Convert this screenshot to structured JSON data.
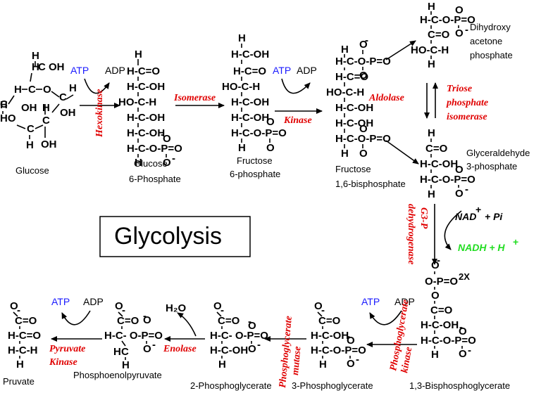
{
  "title": "Glycolysis",
  "colors": {
    "enzyme": "#e00000",
    "atp": "#1a1aff",
    "nadh": "#22dd22",
    "text": "#000000"
  },
  "compounds": {
    "glucose": "Glucose",
    "g6p": [
      "Glucose",
      "6-Phosphate"
    ],
    "f6p": [
      "Fructose",
      "6-phosphate"
    ],
    "f16bp": [
      "Fructose",
      "1,6-bisphosphate"
    ],
    "dhap": [
      "Dihydroxy",
      "acetone",
      "phosphate"
    ],
    "g3p": [
      "Glyceraldehyde",
      "3-phosphate"
    ],
    "bpg13": "1,3-Bisphosphoglycerate",
    "pg3": "3-Phosphoglycerate",
    "pg2": "2-Phosphoglycerate",
    "pep": "Phosphoenolpyruvate",
    "pyruvate": "Pruvate"
  },
  "enzymes": {
    "hexokinase": "Hexokinase",
    "isomerase": "Isomerase",
    "kinase": "Kinase",
    "aldolase": "Aldolase",
    "tpi": [
      "Triose",
      "phosphate",
      "isomerase"
    ],
    "g3pdh": [
      "G3-P",
      "dehydrogenase"
    ],
    "pgk": [
      "Phosphoglycerate",
      "kinase"
    ],
    "pgm": [
      "Phosphoglycerate",
      "mutase"
    ],
    "enolase": "Enolase",
    "pk": [
      "Pyruvate",
      "Kinase"
    ]
  },
  "cofactors": {
    "atp": "ATP",
    "adp": "ADP",
    "nad": "NAD",
    "nad_plus": "+",
    "pi": "+ Pi",
    "nadh": "NADH + H",
    "nadh_plus": "+",
    "h2o": "H₂O",
    "times_two": "2X"
  }
}
